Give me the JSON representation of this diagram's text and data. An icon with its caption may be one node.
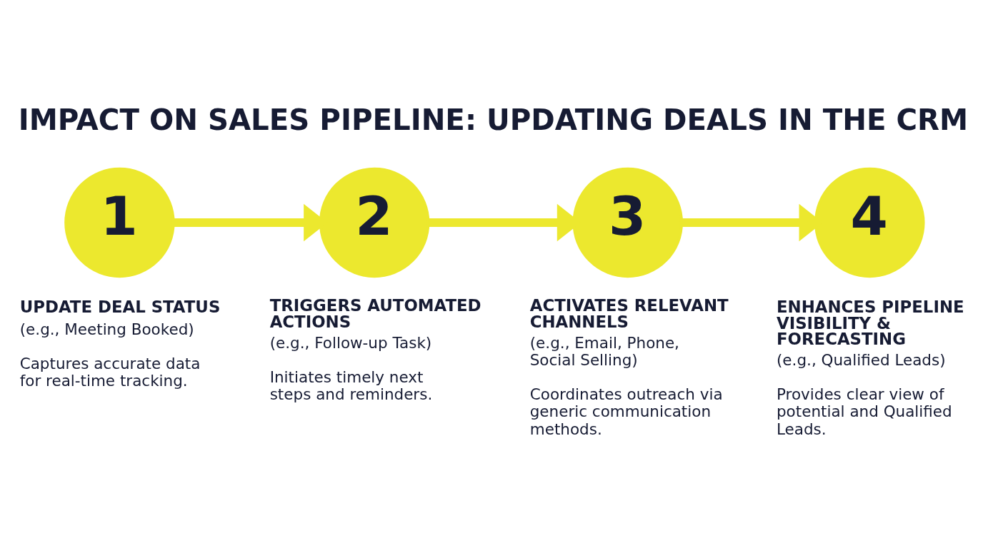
{
  "diagram": {
    "title": "IMPACT ON SALES PIPELINE: UPDATING DEALS IN THE CRM",
    "nodes": [
      {
        "text": [
          "1"
        ],
        "beside": [
          "UPDATE DEAL STATUS",
          "(e.g., Meeting Booked)",
          "Captures accurate data for real-time tracking."
        ]
      },
      {
        "text": [
          "2"
        ],
        "beside": [
          "TRIGGERS AUTOMATED ACTIONS",
          "(e.g., Follow-up Task)",
          "Initiates timely next steps and reminders."
        ]
      },
      {
        "text": [
          "3"
        ],
        "beside": [
          "ACTIVATES RELEVANT CHANNELS",
          "(e.g., Email, Phone, Social Selling)",
          "Coordinates outreach via generic communication methods."
        ]
      },
      {
        "text": [
          "4"
        ],
        "beside": [
          "ENHANCES PIPELINE VISIBILITY & FORECASTING",
          "(e.g., Qualified Leads)",
          "Provides clear view of potential and Qualified Leads."
        ]
      }
    ],
    "edges": [
      {
        "from": 0,
        "to": 1,
        "arrow": "to"
      },
      {
        "from": 1,
        "to": 2,
        "arrow": "to"
      },
      {
        "from": 2,
        "to": 3,
        "arrow": "to"
      }
    ]
  }
}
